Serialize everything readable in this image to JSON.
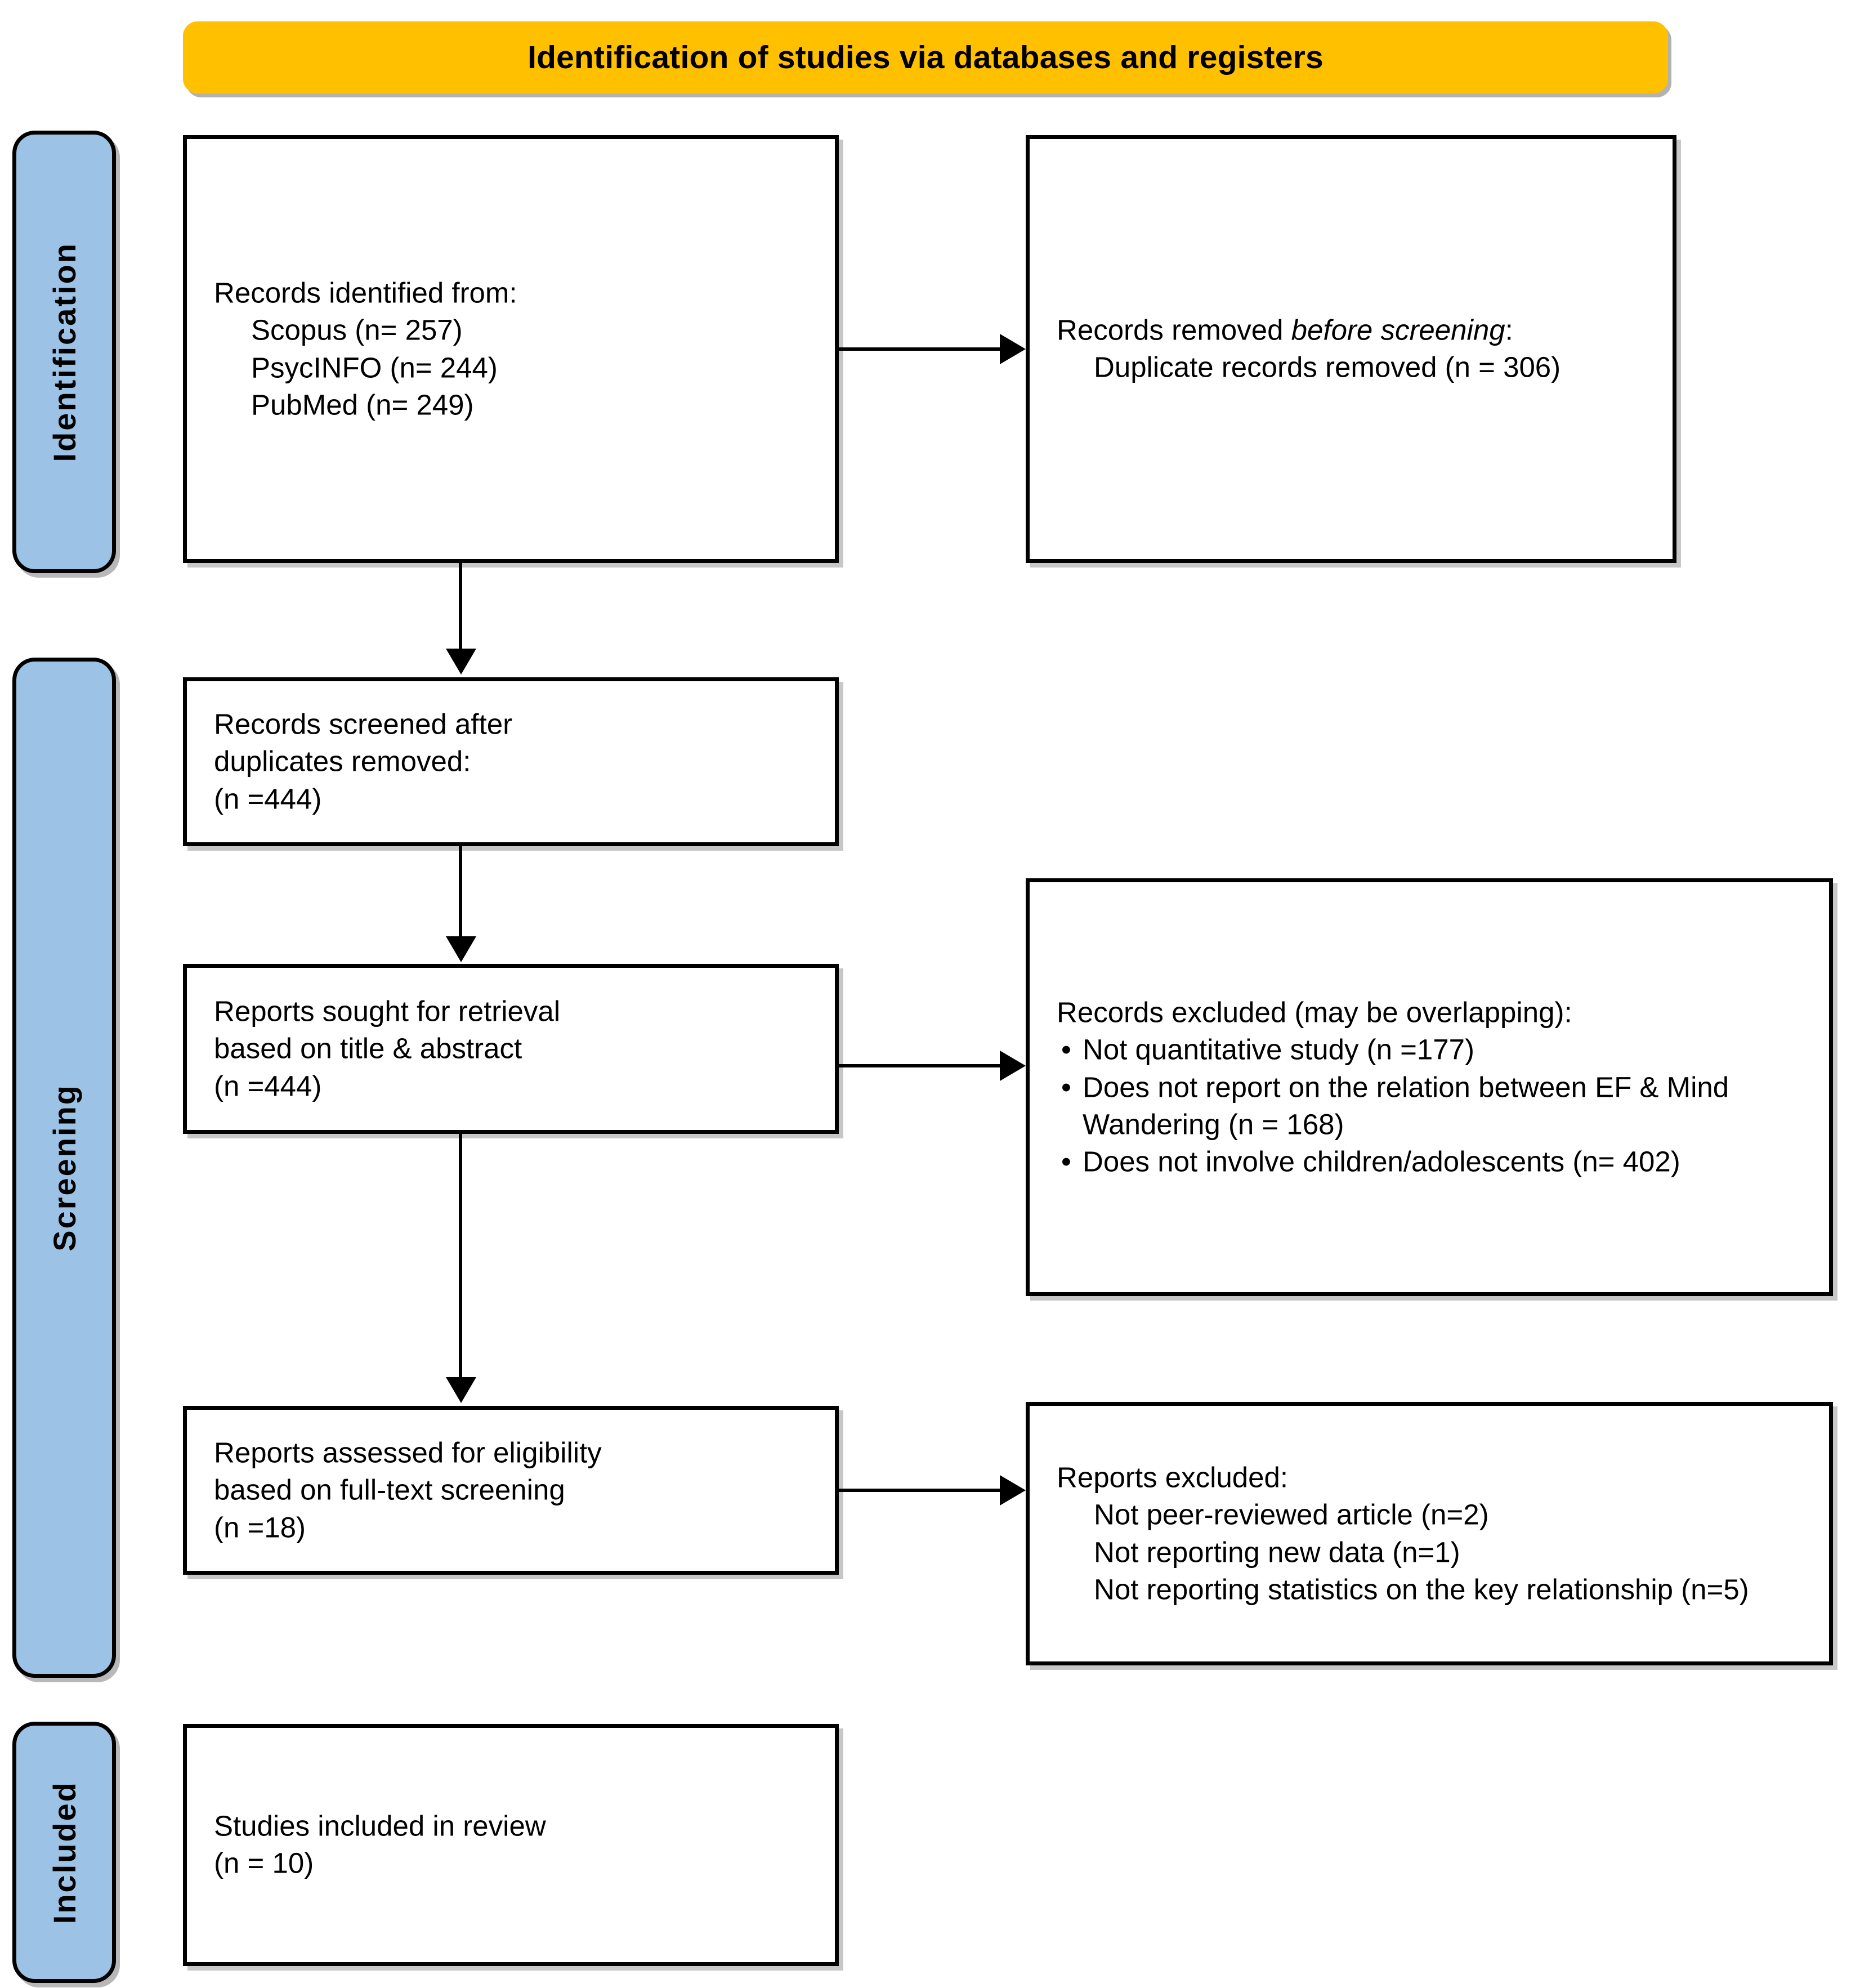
{
  "diagram": {
    "title": "Identification of studies via databases and registers",
    "phases": [
      {
        "label": "Identification"
      },
      {
        "label": "Screening"
      },
      {
        "label": "Included"
      }
    ],
    "boxes": {
      "records_identified": {
        "heading": "Records identified from:",
        "items": [
          "Scopus (n= 257)",
          "PsycINFO (n= 244)",
          "PubMed (n= 249)"
        ]
      },
      "records_removed": {
        "heading_pre": "Records removed ",
        "heading_italic": "before screening",
        "heading_post": ":",
        "items": [
          "Duplicate records removed (n = 306)"
        ]
      },
      "records_screened": {
        "line1": "Records screened after",
        "line2": "duplicates removed:",
        "line3": "(n =444)"
      },
      "reports_sought": {
        "line1": "Reports sought for retrieval",
        "line2": "based on title & abstract",
        "line3": "(n =444)"
      },
      "records_excluded": {
        "heading": "Records excluded (may be overlapping):",
        "bullet_glyph": "•",
        "bullets": [
          "Not quantitative study (n =177)",
          "Does not report on the relation between EF & Mind Wandering (n = 168)",
          "Does not involve children/adolescents (n= 402)"
        ]
      },
      "reports_assessed": {
        "line1": "Reports assessed for eligibility",
        "line2": "based on full-text screening",
        "line3": "(n =18)"
      },
      "reports_excluded": {
        "heading": "Reports excluded:",
        "items": [
          "Not peer-reviewed article (n=2)",
          "Not reporting new data (n=1)",
          "Not reporting statistics on the key relationship (n=5)"
        ]
      },
      "studies_included": {
        "line1": "Studies included in review",
        "line2": "(n = 10)"
      }
    },
    "colors": {
      "banner": "#FFC000",
      "phase": "#9CC3E5",
      "border": "#000000",
      "background": "#FFFFFF"
    }
  }
}
